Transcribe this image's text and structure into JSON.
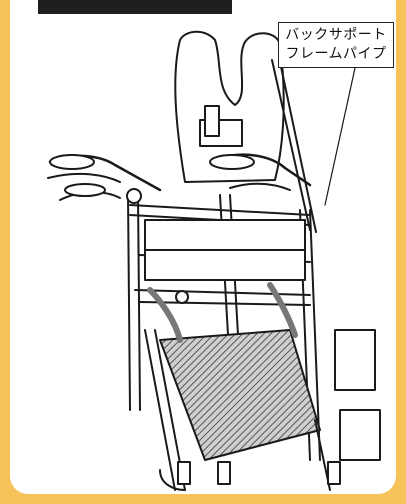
{
  "callout": {
    "line1": "バックサポート",
    "line2": "フレームパイプ"
  },
  "colors": {
    "frame": "#f6c25a",
    "panel": "#ffffff",
    "title_bar": "#1f1f1f",
    "line": "#1a1a1a"
  },
  "icons": [
    "wheelchair-illustration"
  ]
}
